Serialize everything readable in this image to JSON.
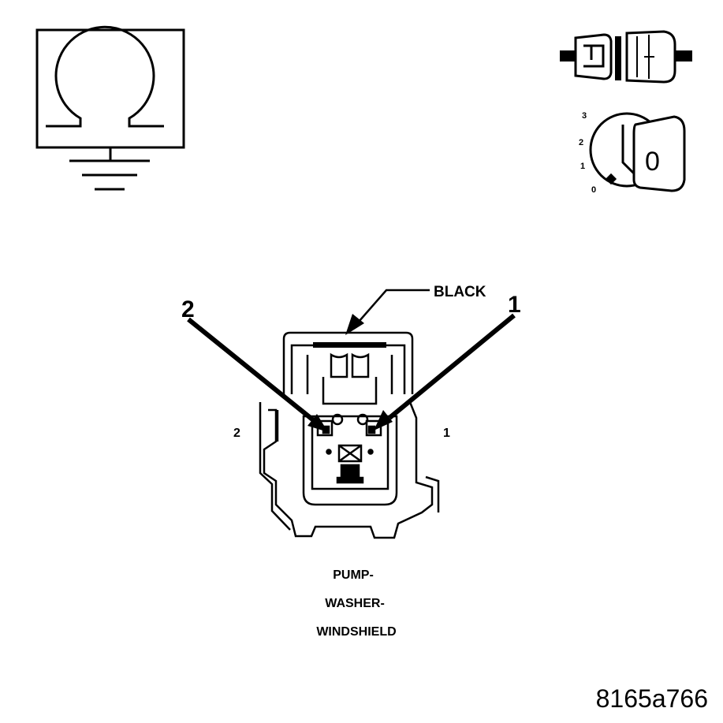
{
  "ohmmeter_icon": {
    "symbol": "omega-ground-icon"
  },
  "connector_icon": {
    "symbol": "connector-icon"
  },
  "ignition_icon": {
    "symbol": "ignition-key-icon",
    "positions": [
      "3",
      "2",
      "1",
      "0"
    ],
    "key_label": "0"
  },
  "connector": {
    "color_label": "BLACK",
    "callout_left": "2",
    "callout_right": "1",
    "cavity_left": "2",
    "cavity_right": "1"
  },
  "component_name": [
    "PUMP-",
    "WASHER-",
    "WINDSHIELD"
  ],
  "figure_id": "8165a766"
}
